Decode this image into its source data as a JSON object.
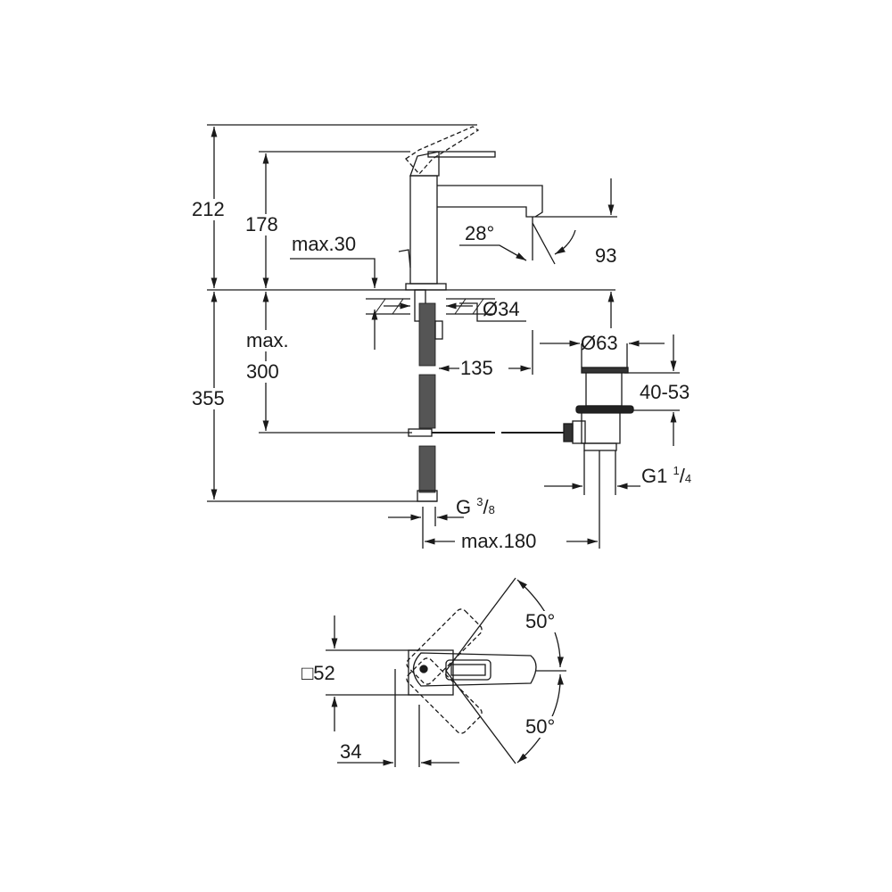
{
  "drawing": {
    "side_view": {
      "height_total": "212",
      "height_spout_lever": "178",
      "deck_thickness": "max.30",
      "spout_height": "93",
      "spout_angle": "28°",
      "hole_diameter": "Ø34",
      "spout_reach": "135",
      "below_deck_total": "355",
      "max_300_line1": "max.",
      "max_300_line2": "300",
      "drain_diameter": "Ø63",
      "drain_range": "40-53",
      "drain_thread_main": "G1",
      "drain_thread_sup": "1",
      "drain_thread_sub": "4",
      "hose_thread_main": "G",
      "hose_thread_sup": "3",
      "hose_thread_sub": "8",
      "max_180": "max.180"
    },
    "top_view": {
      "angle_up": "50°",
      "angle_down": "50°",
      "square_base": "□52",
      "offset": "34"
    }
  },
  "colors": {
    "line": "#1a1a1a",
    "background": "#ffffff"
  }
}
